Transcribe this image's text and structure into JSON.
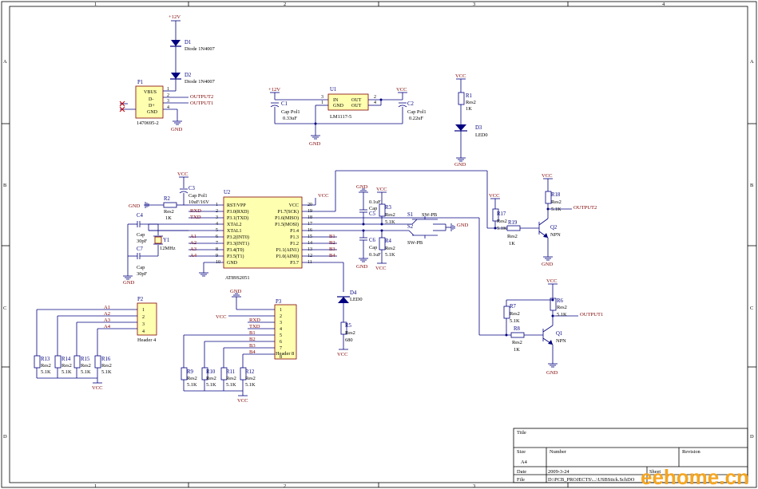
{
  "frame": {
    "columns": [
      "1",
      "2",
      "3",
      "4"
    ],
    "rows": [
      "A",
      "B",
      "C",
      "D"
    ],
    "title_block": {
      "title_label": "Title",
      "size_label": "Size",
      "size_value": "A4",
      "number_label": "Number",
      "revision_label": "Revision",
      "date_label": "Date",
      "date_value": "2009-3-24",
      "file_label": "File",
      "file_value": "D:\\PCB_PROJECTS\\...\\USBStick.SchDO",
      "sheet_label": "Sheet"
    }
  },
  "watermark": "eehome.cn",
  "power": {
    "v12": "+12V",
    "vcc": "VCC",
    "gnd": "GND"
  },
  "d1": {
    "ref": "D1",
    "value": "Diode 1N4007"
  },
  "d2": {
    "ref": "D2",
    "value": "Diode 1N4007"
  },
  "p1": {
    "ref": "P1",
    "part": "1470695-2",
    "pins": [
      "VBUS",
      "D-",
      "D+",
      "GND"
    ],
    "nums": [
      "1",
      "2",
      "3",
      "4"
    ]
  },
  "outputs": {
    "out1": "OUTPUT1",
    "out2": "OUTPUT2"
  },
  "u1": {
    "ref": "U1",
    "part": "LM1117-5",
    "in": "IN",
    "gnd": "GND",
    "out": "OUT",
    "nums": [
      "3",
      "1",
      "2",
      "4"
    ]
  },
  "c1": {
    "ref": "C1",
    "type": "Cap Pol1",
    "value": "0.33uF"
  },
  "c2": {
    "ref": "C2",
    "type": "Cap Pol1",
    "value": "0.22uF"
  },
  "r1": {
    "ref": "R1",
    "type": "Res2",
    "value": "1K"
  },
  "d3": {
    "ref": "D3",
    "value": "LED0"
  },
  "c3": {
    "ref": "C3",
    "type": "Cap Pol1",
    "value": "10uF/16V"
  },
  "r2": {
    "ref": "R2",
    "type": "Res2",
    "value": "1K"
  },
  "c4": {
    "ref": "C4",
    "type": "Cap",
    "value": "30pF"
  },
  "c7": {
    "ref": "C7",
    "type": "Cap",
    "value": "30pF"
  },
  "y1": {
    "ref": "Y1",
    "value": "12MHz"
  },
  "u2": {
    "ref": "U2",
    "part": "AT89S2051",
    "left": [
      {
        "n": "1",
        "name": "RST/VPP"
      },
      {
        "n": "2",
        "name": "P3.0(RXD)"
      },
      {
        "n": "3",
        "name": "P3.1(TXD)"
      },
      {
        "n": "4",
        "name": "XTAL2"
      },
      {
        "n": "5",
        "name": "XTAL1"
      },
      {
        "n": "6",
        "name": "P3.2(INT0)"
      },
      {
        "n": "7",
        "name": "P3.3(INT1)"
      },
      {
        "n": "8",
        "name": "P3.4(T0)"
      },
      {
        "n": "9",
        "name": "P3.5(T1)"
      },
      {
        "n": "10",
        "name": "GND"
      }
    ],
    "right": [
      {
        "n": "20",
        "name": "VCC"
      },
      {
        "n": "19",
        "name": "P1.7(SCK)"
      },
      {
        "n": "18",
        "name": "P1.6(MISO)"
      },
      {
        "n": "17",
        "name": "P1.5(MOSI)"
      },
      {
        "n": "16",
        "name": "P1.4"
      },
      {
        "n": "15",
        "name": "P1.3"
      },
      {
        "n": "14",
        "name": "P1.2"
      },
      {
        "n": "13",
        "name": "P1.1(AIN1)"
      },
      {
        "n": "12",
        "name": "P1.0(AIN0)"
      },
      {
        "n": "11",
        "name": "P3.7"
      }
    ],
    "left_nets": [
      "",
      "RXD",
      "TXD",
      "",
      "",
      "A1",
      "A2",
      "A3",
      "A4",
      ""
    ],
    "right_nets": [
      "",
      "",
      "",
      "",
      "",
      "B1",
      "B2",
      "B3",
      "B4",
      ""
    ]
  },
  "c5": {
    "ref": "C5",
    "type": "Cap",
    "value": "0.1uF"
  },
  "c6": {
    "ref": "C6",
    "type": "Cap",
    "value": "0.1uF"
  },
  "r3": {
    "ref": "R3",
    "type": "Res2",
    "value": "5.1K"
  },
  "r4": {
    "ref": "R4",
    "type": "Res2",
    "value": "5.1K"
  },
  "s1": {
    "ref": "S1",
    "type": "SW-PB"
  },
  "s2": {
    "ref": "S2",
    "type": "SW-PB"
  },
  "r17": {
    "ref": "R17",
    "type": "Res2",
    "value": "5.1K"
  },
  "r19": {
    "ref": "R19",
    "type": "Res2",
    "value": "1K"
  },
  "r18": {
    "ref": "R18",
    "type": "Res2",
    "value": "5.1K"
  },
  "q2": {
    "ref": "Q2",
    "type": "NPN"
  },
  "d4": {
    "ref": "D4",
    "value": "LED0"
  },
  "r5": {
    "ref": "R5",
    "type": "Res2",
    "value": "680"
  },
  "r7": {
    "ref": "R7",
    "type": "Res2",
    "value": "5.1K"
  },
  "r8": {
    "ref": "R8",
    "type": "Res2",
    "value": "1K"
  },
  "r6": {
    "ref": "R6",
    "type": "Res2",
    "value": "5.1K"
  },
  "q1": {
    "ref": "Q1",
    "type": "NPN"
  },
  "p2": {
    "ref": "P2",
    "part": "Header 4",
    "nums": [
      "1",
      "2",
      "3",
      "4"
    ],
    "nets": [
      "A1",
      "A2",
      "A3",
      "A4"
    ]
  },
  "p3": {
    "ref": "P3",
    "part": "Header 8",
    "nums": [
      "1",
      "2",
      "3",
      "4",
      "5",
      "6",
      "7",
      "8"
    ],
    "nets": [
      "",
      "VCC",
      "RXD",
      "TXD",
      "B1",
      "B2",
      "B3",
      "B4"
    ]
  },
  "rA": [
    {
      "ref": "R13",
      "type": "Res2",
      "value": "5.1K"
    },
    {
      "ref": "R14",
      "type": "Res2",
      "value": "5.1K"
    },
    {
      "ref": "R15",
      "type": "Res2",
      "value": "5.1K"
    },
    {
      "ref": "R16",
      "type": "Res2",
      "value": "5.1K"
    }
  ],
  "rB": [
    {
      "ref": "R9",
      "type": "Res2",
      "value": "5.1K"
    },
    {
      "ref": "R10",
      "type": "Res2",
      "value": "5.1K"
    },
    {
      "ref": "R11",
      "type": "Res2",
      "value": "5.1K"
    },
    {
      "ref": "R12",
      "type": "Res2",
      "value": "5.1K"
    }
  ]
}
